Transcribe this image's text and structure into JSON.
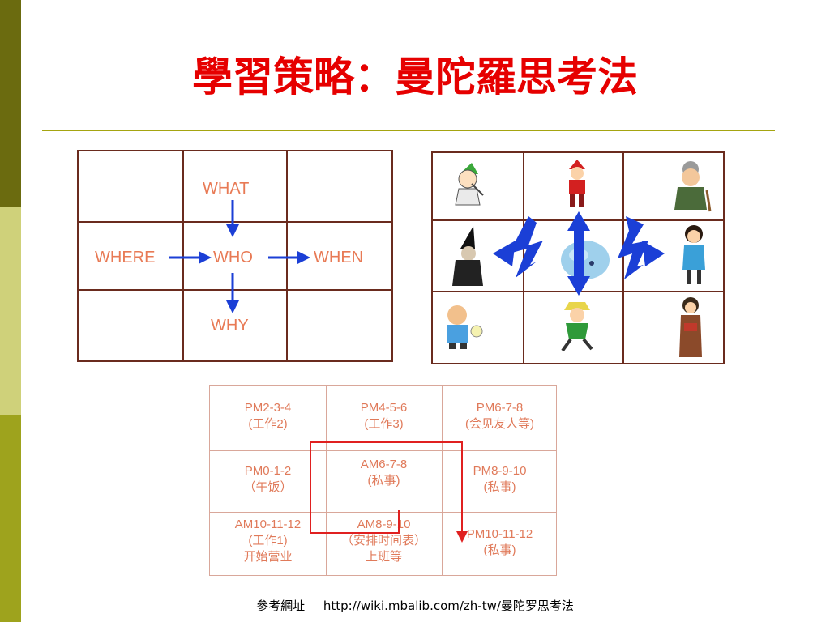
{
  "slide": {
    "title": "學習策略：曼陀羅思考法",
    "footer_label": "參考網址",
    "footer_url": "http://wiki.mbalib.com/zh-tw/曼陀罗思考法"
  },
  "five_w": {
    "what": "WHAT",
    "where": "WHERE",
    "who": "WHO",
    "when": "WHEN",
    "why": "WHY"
  },
  "schedule": {
    "cells": [
      {
        "line1": "PM2-3-4",
        "line2": "(工作2)",
        "line3": ""
      },
      {
        "line1": "PM4-5-6",
        "line2": "(工作3)",
        "line3": ""
      },
      {
        "line1": "PM6-7-8",
        "line2": "(会见友人等)",
        "line3": ""
      },
      {
        "line1": "PM0-1-2",
        "line2": "（午饭）",
        "line3": ""
      },
      {
        "line1": "AM6-7-8",
        "line2": "(私事)",
        "line3": ""
      },
      {
        "line1": "PM8-9-10",
        "line2": "(私事)",
        "line3": ""
      },
      {
        "line1": "AM10-11-12",
        "line2": "(工作1)",
        "line3": "开始营业"
      },
      {
        "line1": "AM8-9-10",
        "line2": "（安排时间表）",
        "line3": "上班等"
      },
      {
        "line1": "PM10-11-12",
        "line2": "(私事)",
        "line3": ""
      }
    ]
  },
  "colors": {
    "title": "#e60000",
    "grid_border": "#6a2b1e",
    "label_orange": "#e87a55",
    "arrow_blue": "#1b3fd6",
    "route_red": "#e02020"
  },
  "icons": {
    "arrows": "arrow-icon",
    "figures": [
      "elf",
      "pinocchio",
      "old-woman",
      "witch",
      "fluffy-creature",
      "girl",
      "scientist",
      "boy",
      "woman"
    ]
  }
}
